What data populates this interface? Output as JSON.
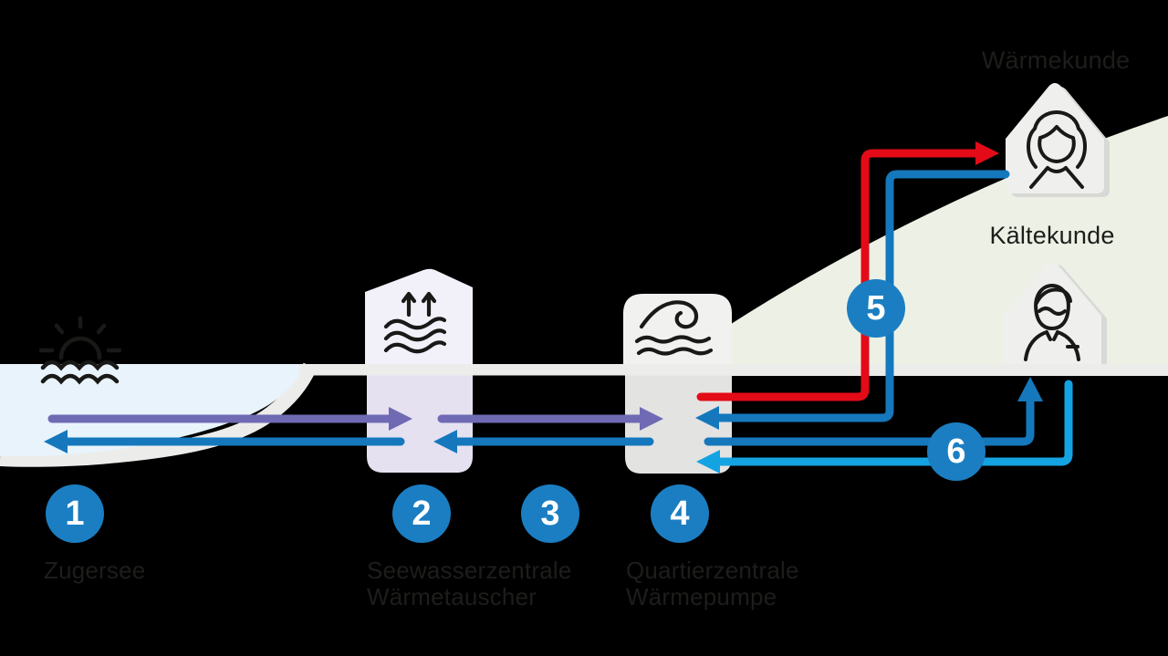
{
  "diagram": {
    "background_color": "#000000",
    "customers": {
      "heat": {
        "label": "Wärmekunde",
        "icon": "woman-icon"
      },
      "cold": {
        "label": "Kältekunde",
        "icon": "man-icon"
      }
    },
    "steps": [
      {
        "number": "1",
        "label": "Zugersee"
      },
      {
        "number": "2",
        "label_line1": "Seewasserzentrale",
        "label_line2": "Wärmetauscher"
      },
      {
        "number": "3"
      },
      {
        "number": "4",
        "label_line1": "Quartierzentrale",
        "label_line2": "Wärmepumpe"
      },
      {
        "number": "5"
      },
      {
        "number": "6"
      }
    ],
    "icons": {
      "lake": "sun-over-water-icon",
      "heat_exchanger": "up-arrows-over-waves-icon",
      "heat_pump": "wave-icon",
      "heat_customer": "woman-icon",
      "cold_customer": "man-icon"
    },
    "colors": {
      "lake": "#e8f3fb",
      "hill": "#edf1e5",
      "ground": "#ececea",
      "building_exchanger_above": "#f2f0f9",
      "building_exchanger_below": "#e5e1f1",
      "building_pump_above": "#f1f1f0",
      "building_pump_below": "#e3e3e2",
      "house": "#efefed",
      "house_shadow": "#d8d8d6",
      "pipe_purple": "#6f6ab3",
      "pipe_blue": "#1578bd",
      "pipe_light_blue": "#14a3e2",
      "pipe_red": "#e30b17",
      "step_circle": "#1b7ec2",
      "text": "#1d1d1b"
    }
  }
}
